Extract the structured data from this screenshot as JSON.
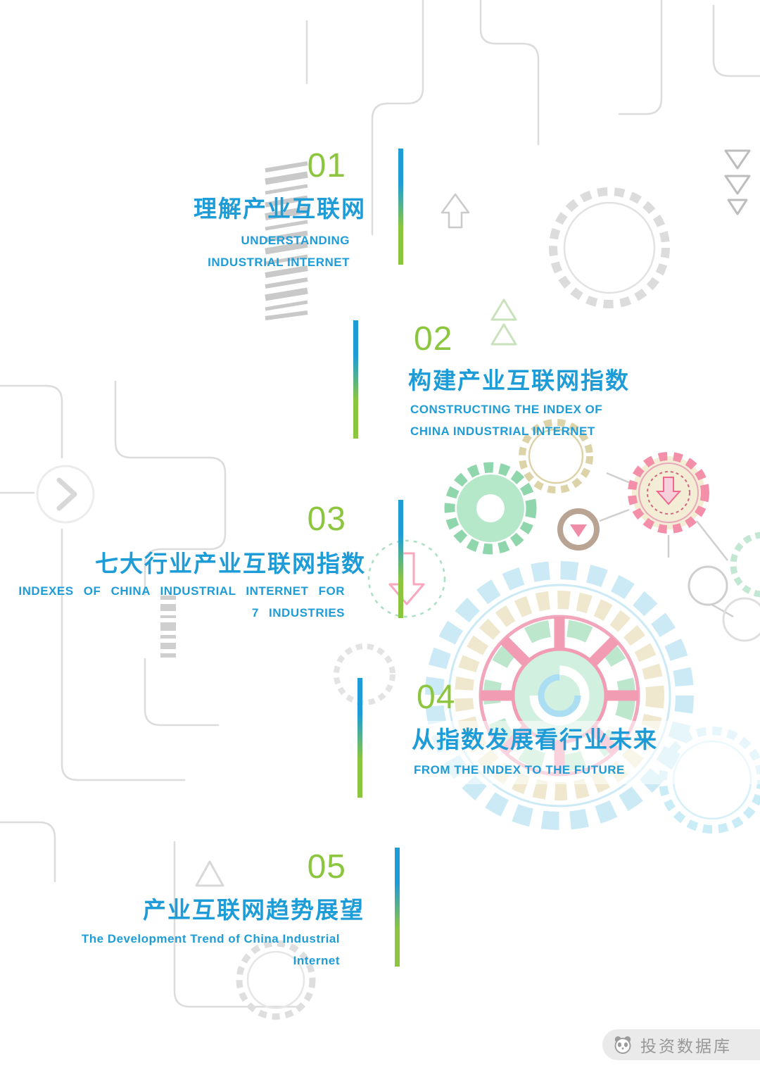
{
  "colors": {
    "number_green": "#8CC63F",
    "title_blue": "#1E9CD7",
    "bar_gradient_top": "#1E9CD7",
    "bar_gradient_bottom": "#8CC63F",
    "decor_gray": "#DCDCDC",
    "decor_mint": "#B5E8C8",
    "decor_pink": "#F29CB4",
    "decor_beige": "#EFE8CE",
    "decor_cyan": "#CBEAF6"
  },
  "toc": {
    "items": [
      {
        "number": "01",
        "title": "理解产业互联网",
        "subtitle_lines": [
          "UNDERSTANDING",
          "INDUSTRIAL INTERNET"
        ]
      },
      {
        "number": "02",
        "title": "构建产业互联网指数",
        "subtitle_lines": [
          "CONSTRUCTING THE INDEX OF",
          "CHINA INDUSTRIAL INTERNET"
        ]
      },
      {
        "number": "03",
        "title": "七大行业产业互联网指数",
        "subtitle_lines": [
          "INDEXES OF CHINA INDUSTRIAL INTERNET FOR",
          "7 INDUSTRIES"
        ]
      },
      {
        "number": "04",
        "title": "从指数发展看行业未来",
        "subtitle_lines": [
          "FROM THE INDEX TO THE FUTURE"
        ]
      },
      {
        "number": "05",
        "title": "产业互联网趋势展望",
        "subtitle_lines": [
          "The Development Trend of China Industrial",
          "Internet"
        ]
      }
    ]
  },
  "watermark": {
    "label": "投资数据库"
  },
  "decorations": {
    "icons": [
      "gear-top-right-icon",
      "green-gear-icon",
      "beige-gear-icon",
      "pink-gear-icon",
      "brown-circle-arrow-icon",
      "pink-down-arrow-icon",
      "main-gear-icon",
      "cyan-gear-icon",
      "mint-gear-edge-icon",
      "gray-gear-small-icon",
      "gear-bottom-left-icon",
      "barcode-diagonal-icon",
      "barcode-vertical-icon",
      "chevrons-down-icon",
      "up-arrow-icon",
      "up-triangles-icon",
      "right-chevron-icon",
      "triangle-bottom-icon",
      "circuit-lines",
      "panda-logo-icon"
    ]
  }
}
